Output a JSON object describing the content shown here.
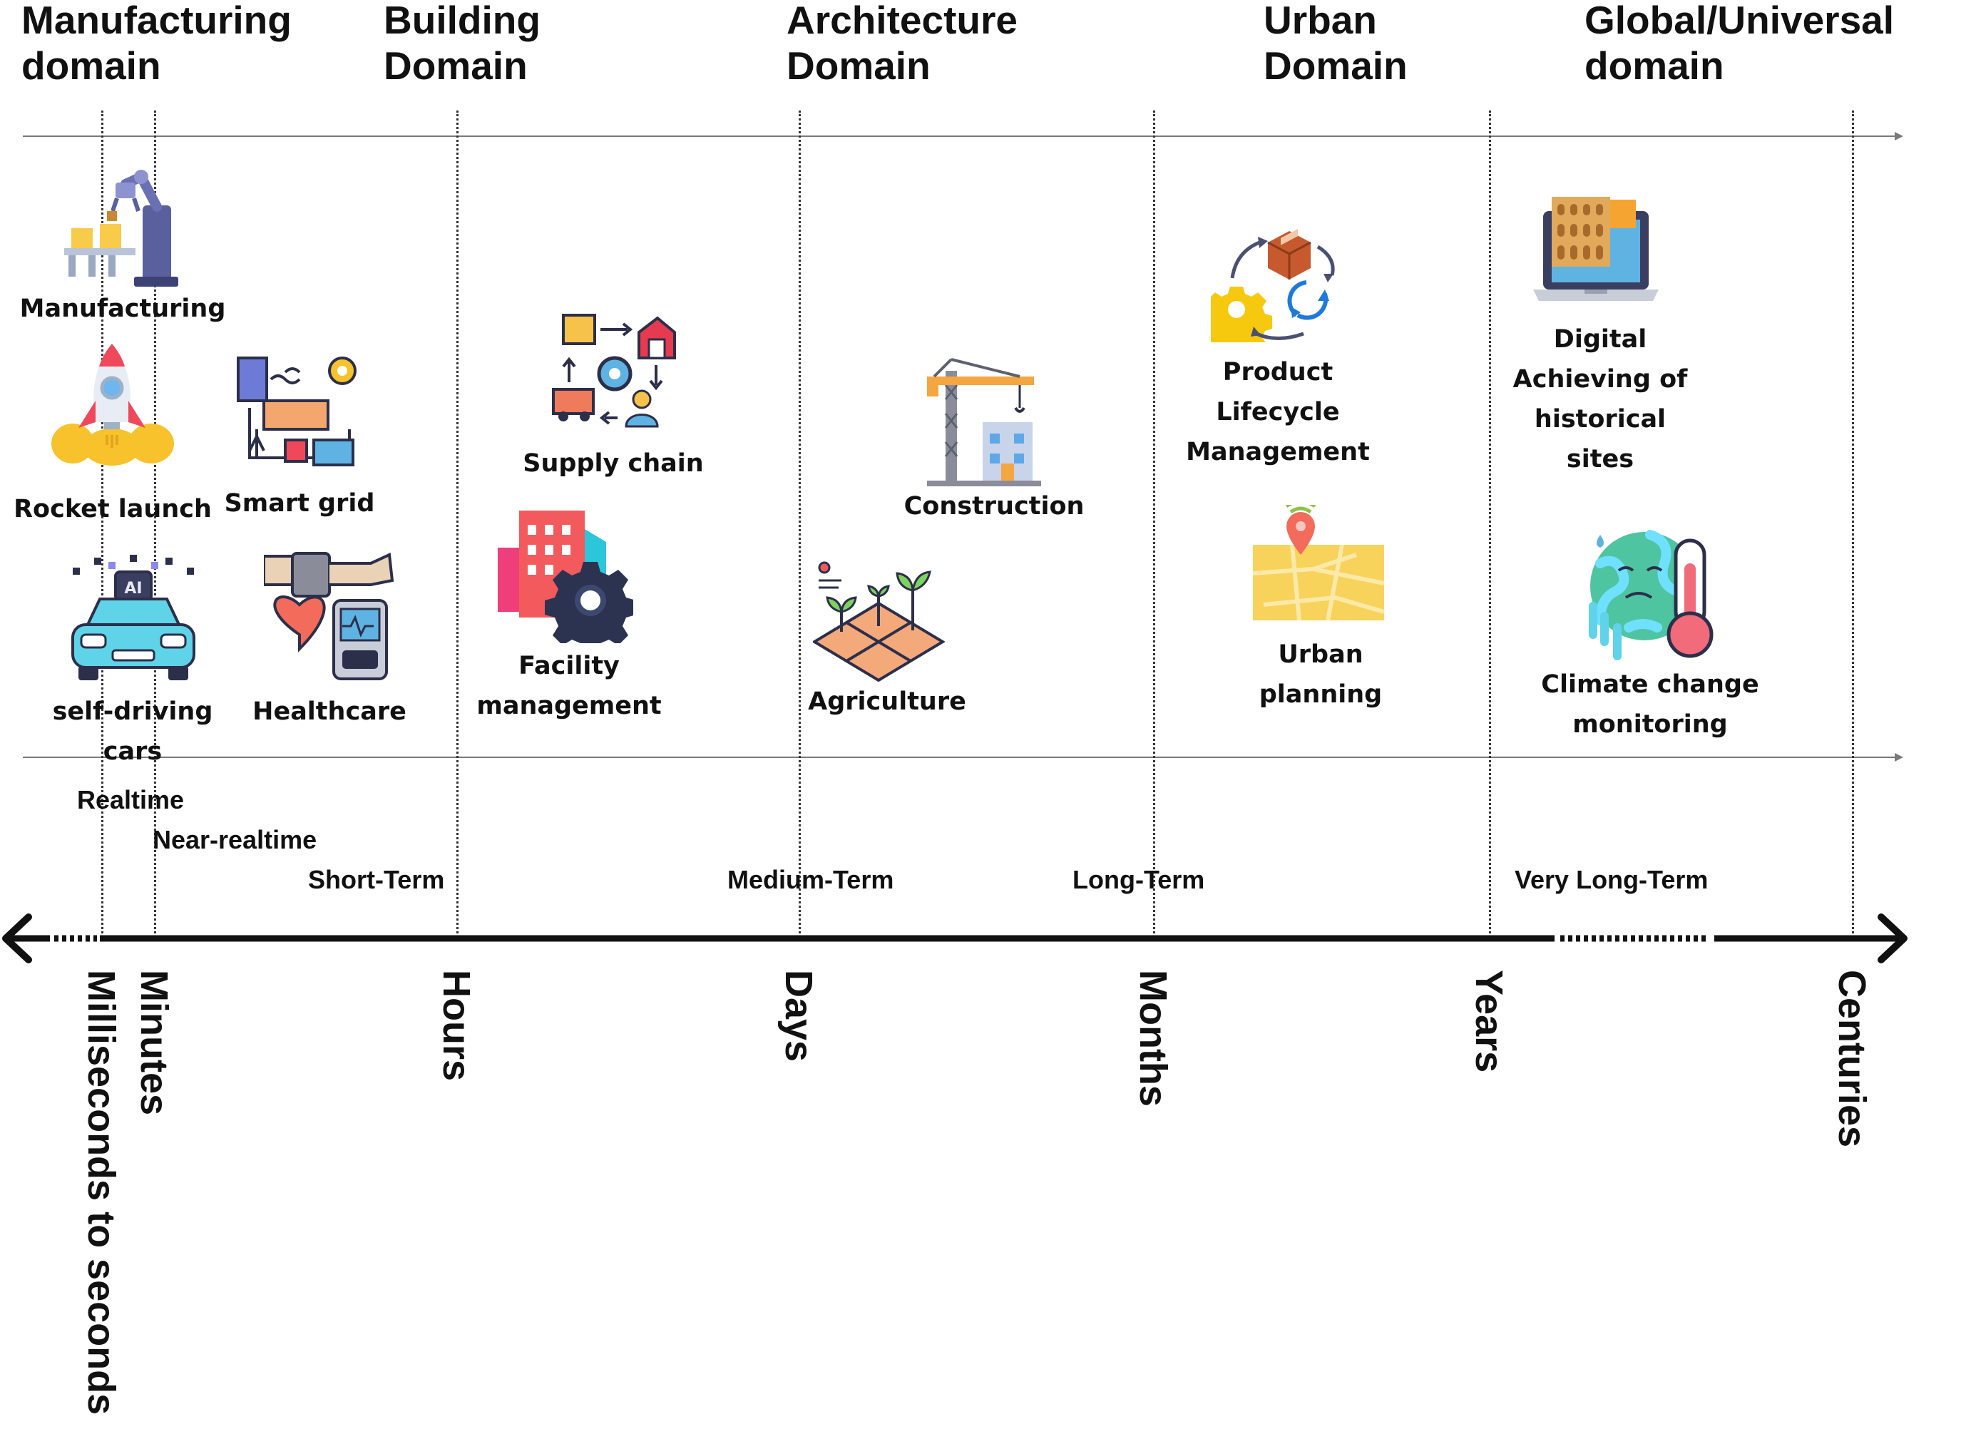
{
  "domains": {
    "manufacturing": [
      "Manufacturing",
      "domain"
    ],
    "building": [
      "Building",
      "Domain"
    ],
    "architecture": [
      "Architecture",
      "Domain"
    ],
    "urban": [
      "Urban",
      "Domain"
    ],
    "global": [
      "Global/Universal",
      "domain"
    ]
  },
  "applications": {
    "manufacturing": "Manufacturing",
    "rocket_launch": "Rocket launch",
    "smart_grid": "Smart grid",
    "self_driving": [
      "self-driving",
      "cars"
    ],
    "healthcare": "Healthcare",
    "supply_chain": "Supply chain",
    "facility_management": [
      "Facility",
      "management"
    ],
    "construction": "Construction",
    "agriculture": "Agriculture",
    "product_lifecycle": [
      "Product",
      "Lifecycle",
      "Management"
    ],
    "urban_planning": [
      "Urban",
      "planning"
    ],
    "digital_archiving": [
      "Digital",
      "Achieving of",
      "historical",
      "sites"
    ],
    "climate_monitoring": [
      "Climate change",
      "monitoring"
    ]
  },
  "terms": {
    "realtime": "Realtime",
    "near_realtime": "Near-realtime",
    "short_term": "Short-Term",
    "medium_term": "Medium-Term",
    "long_term": "Long-Term",
    "very_long_term": "Very Long-Term"
  },
  "time_scale": {
    "milliseconds": "Milliseconds to seconds",
    "minutes": "Minutes",
    "hours": "Hours",
    "days": "Days",
    "months": "Months",
    "years": "Years",
    "centuries": "Centuries"
  },
  "colors": {
    "axis": "#111111",
    "guide": "#7a7a7a",
    "rocket_flame": "#f7c22c",
    "healthcare_heart": "#f26b5b",
    "car_body": "#5fd3e8",
    "facility_pink": "#f0407a",
    "map_yellow": "#f8d35c",
    "globe_teal": "#4fc4a0"
  }
}
